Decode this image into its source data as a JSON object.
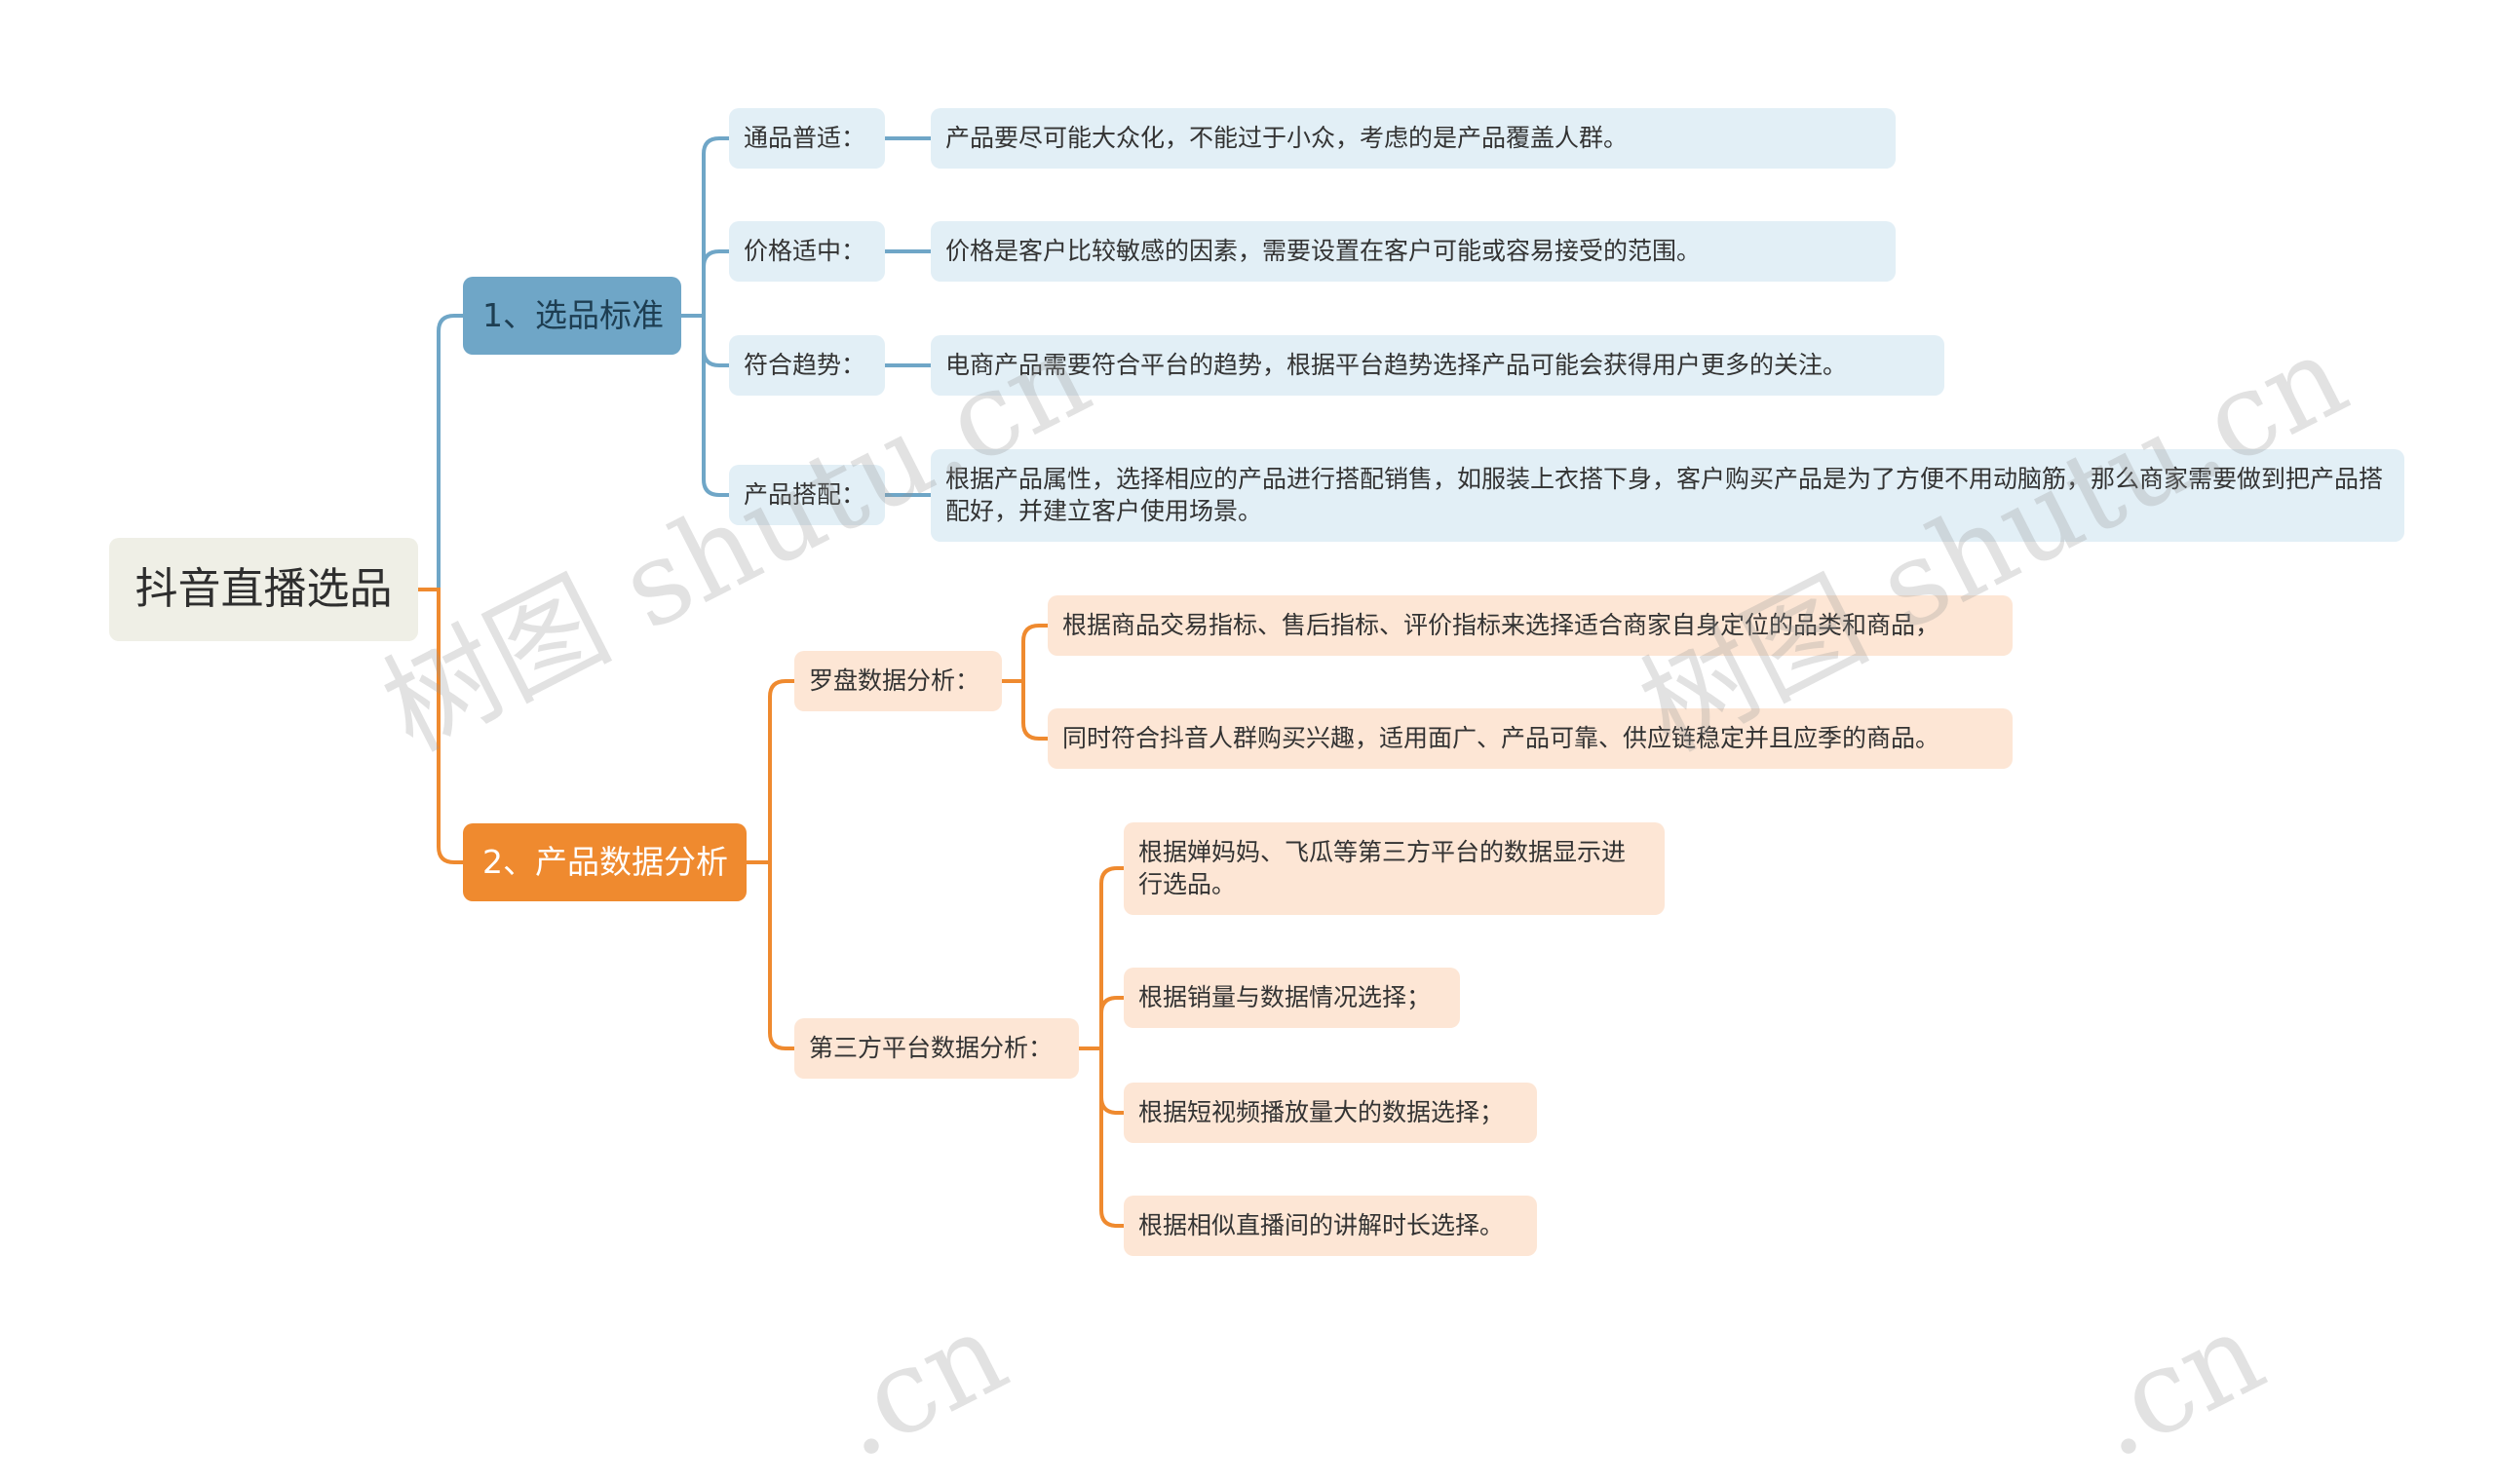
{
  "root": {
    "label": "抖音直播选品"
  },
  "branches": [
    {
      "label": "1、选品标准",
      "color": "#6fa6c7",
      "children": [
        {
          "label": "通品普适：",
          "detail": [
            "产品要尽可能大众化，不能过于小众，考虑的是产品覆盖人群。"
          ]
        },
        {
          "label": "价格适中：",
          "detail": [
            "价格是客户比较敏感的因素，需要设置在客户可能或容易接受的范围。"
          ]
        },
        {
          "label": "符合趋势：",
          "detail": [
            "电商产品需要符合平台的趋势，根据平台趋势选择产品可能会获得用户更多的关注。"
          ]
        },
        {
          "label": "产品搭配：",
          "detail": [
            "根据产品属性，选择相应的产品进行搭配销售，如服装上衣搭下身，客户购买产品是为了方便不用动脑筋，那么商家需要做到把产品搭配好，并建立客户使用场景。"
          ]
        }
      ]
    },
    {
      "label": "2、产品数据分析",
      "color": "#ef8a2f",
      "children": [
        {
          "label": "罗盘数据分析：",
          "detail": [
            "根据商品交易指标、售后指标、评价指标来选择适合商家自身定位的品类和商品，",
            "同时符合抖音人群购买兴趣，适用面广、产品可靠、供应链稳定并且应季的商品。"
          ]
        },
        {
          "label": "第三方平台数据分析：",
          "detail": [
            "根据婵妈妈、飞瓜等第三方平台的数据显示进行选品。",
            "根据销量与数据情况选择；",
            "根据短视频播放量大的数据选择；",
            "根据相似直播间的讲解时长选择。"
          ]
        }
      ]
    }
  ],
  "watermark": {
    "text": "树图 shutu.cn",
    "fragment": ".cn"
  }
}
